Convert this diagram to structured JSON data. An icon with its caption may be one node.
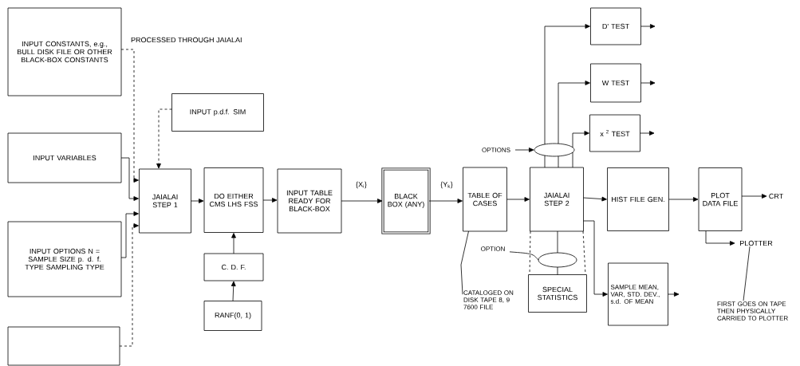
{
  "diagram": {
    "nodes": [
      {
        "text": [
          "INPUT CONSTANTS, e.g., BULL DISK FILE OR OTHER BLACK-BOX CONSTANTS"
        ]
      },
      {
        "text": [
          "INPUT VARIABLES"
        ]
      },
      {
        "text": [
          "INPUT OPTIONS N = SAMPLE SIZE p. d. f. TYPE SAMPLING TYPE"
        ]
      },
      {
        "text": [],
        "shape": "box"
      },
      {
        "text": [
          "INPUT p.d.f. SIM"
        ]
      },
      {
        "text": [
          "JAIALAI STEP 1"
        ]
      },
      {
        "text": [
          "DO EITHER CMS LHS FSS"
        ]
      },
      {
        "text": [
          "C. D. F."
        ]
      },
      {
        "text": [
          "RANF(0, 1)"
        ]
      },
      {
        "text": [
          "INPUT TABLE READY FOR BLACK-BOX"
        ]
      },
      {
        "text": [
          "BLACK BOX (ANY)"
        ]
      },
      {
        "text": [
          "TABLE OF CASES"
        ]
      },
      {
        "text": [
          "JAIALAI STEP 2"
        ]
      },
      {
        "text": [
          "D' TEST"
        ]
      },
      {
        "text": [
          "W TEST"
        ]
      },
      {
        "text": [
          "x $^{2}$ TEST"
        ]
      },
      {
        "text": [
          "HIST FILE GEN."
        ]
      },
      {
        "text": [
          "PLOT DATA FILE"
        ]
      },
      {
        "text": [
          "SPECIAL STATISTICS"
        ]
      },
      {
        "text": [
          "SAMPLE MEAN, VAR, STD. DEV., s.d. OF MEAN"
        ]
      },
      {
        "text": [
          "OPTIONS"
        ]
      },
      {
        "text": [],
        "shape": "ellipse"
      },
      {
        "text": [
          "OPTION"
        ]
      },
      {
        "text": [],
        "shape": "ellipse"
      },
      {
        "text": [
          "CRT"
        ]
      },
      {
        "text": [
          "PLOTTER"
        ]
      },
      {
        "text": [
          "CATALOGED ON DISK TAPE 8, 9 7600 FILE"
        ]
      },
      {
        "text": [
          "FIRST GOES ON TAPE THEN PHYSICALLY CARRIED TO PLOTTER"
        ]
      }
    ],
    "edges": [
      {
        "from": 0,
        "to": 5,
        "arrow": "to",
        "style": "dashed",
        "label": "PROCESSED THROUGH JAIALAI"
      },
      {
        "from": 1,
        "to": 5,
        "arrow": "to"
      },
      {
        "from": 2,
        "to": 5,
        "arrow": "to"
      },
      {
        "from": 3,
        "to": 5,
        "arrow": "to",
        "style": "dashed"
      },
      {
        "from": 4,
        "to": 5,
        "arrow": "to",
        "style": "dashed"
      },
      {
        "from": 5,
        "to": 6,
        "arrow": "to"
      },
      {
        "from": 8,
        "to": 7,
        "arrow": "to"
      },
      {
        "from": 7,
        "to": 6,
        "arrow": "to"
      },
      {
        "from": 6,
        "to": 9,
        "arrow": "to"
      },
      {
        "from": 9,
        "to": 10,
        "arrow": "to",
        "label": "{X$_{i}$}"
      },
      {
        "from": 10,
        "to": 11,
        "arrow": "to",
        "label": "{Y$_{k}$}"
      },
      {
        "from": 11,
        "to": 12,
        "arrow": "to"
      },
      {
        "from": 12,
        "to": 21,
        "arrow": "none"
      },
      {
        "from": 12,
        "to": 21,
        "arrow": "none"
      },
      {
        "from": 12,
        "to": 21,
        "arrow": "none"
      },
      {
        "from": 21,
        "to": 13,
        "arrow": "to"
      },
      {
        "from": 21,
        "to": 14,
        "arrow": "to"
      },
      {
        "from": 21,
        "to": 15,
        "arrow": "to"
      },
      {
        "from": 12,
        "to": 16,
        "arrow": "to"
      },
      {
        "from": 12,
        "to": 23,
        "arrow": "none"
      },
      {
        "from": 23,
        "to": 18,
        "arrow": "none"
      },
      {
        "from": 12,
        "to": 19,
        "arrow": "to"
      },
      {
        "from": 13,
        "to": null,
        "arrow": "to"
      },
      {
        "from": 14,
        "to": null,
        "arrow": "to"
      },
      {
        "from": 15,
        "to": null,
        "arrow": "to"
      },
      {
        "from": 19,
        "to": null,
        "arrow": "to"
      },
      {
        "from": 16,
        "to": 17,
        "arrow": "to"
      },
      {
        "from": 17,
        "to": 24,
        "arrow": "to"
      },
      {
        "from": 17,
        "to": 25,
        "arrow": "to"
      },
      {
        "from": 20,
        "to": 21,
        "arrow": "to"
      },
      {
        "from": 22,
        "to": 23,
        "arrow": "none"
      },
      {
        "from": 26,
        "to": 11,
        "arrow": "none"
      },
      {
        "from": 27,
        "to": 25,
        "arrow": "none"
      },
      {
        "from": 12,
        "to": 18,
        "arrow": "none",
        "style": "dashed"
      },
      {
        "from": 12,
        "to": 18,
        "arrow": "none",
        "style": "dashed"
      }
    ]
  }
}
